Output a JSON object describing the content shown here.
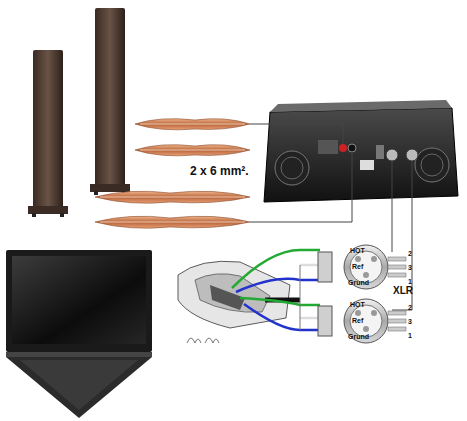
{
  "diagram": {
    "labels": [
      "2 x 6 mm².",
      "HOT",
      "2",
      "Ref",
      "3",
      "Grund",
      "1",
      "XLR",
      "HOT",
      "2",
      "Ref",
      "3",
      "Grund",
      "1"
    ]
  }
}
